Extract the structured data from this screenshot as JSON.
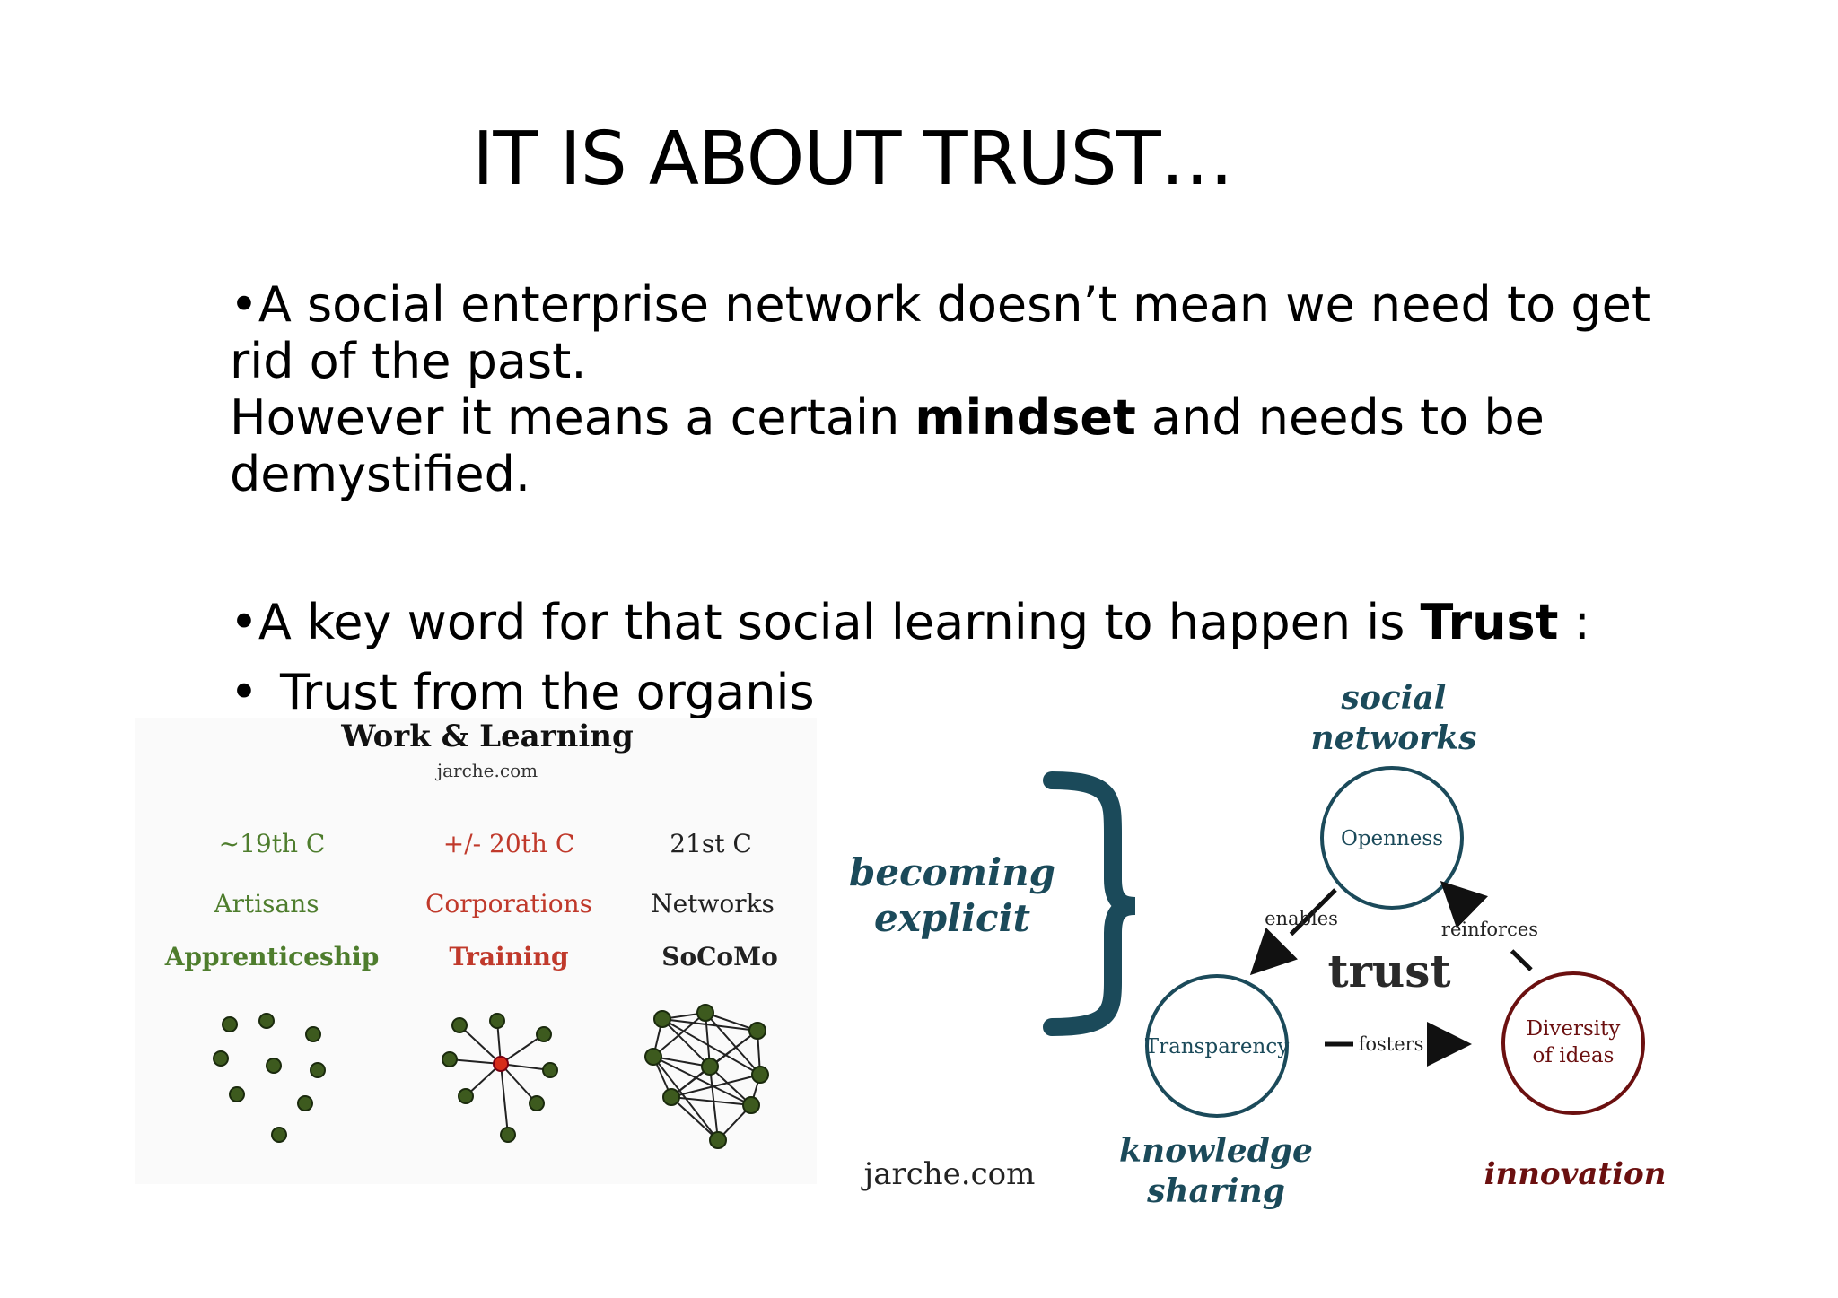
{
  "slide": {
    "title": "IT IS ABOUT TRUST…",
    "bullet1_a": "•A social enterprise network doesn’t mean we need to get",
    "bullet1_b": "rid of the past.",
    "bullet1_c_pre": "However it means a certain ",
    "bullet1_c_bold": "mindset",
    "bullet1_c_post": " and needs to be",
    "bullet1_d": "demystified.",
    "bullet2_pre": "•A key word for that social learning to happen is ",
    "bullet2_bold": "Trust",
    "bullet2_post": " :",
    "bullet3_dot": "•",
    "bullet3_text": "Trust from the organis"
  },
  "left_figure": {
    "title": "Work & Learning",
    "source": "jarche.com",
    "columns": [
      {
        "era": "~19th C",
        "org": "Artisans",
        "method": "Apprenticeship",
        "color": "#4e7d2d"
      },
      {
        "era": "+/- 20th C",
        "org": "Corporations",
        "method": "Training",
        "color": "#c0392b"
      },
      {
        "era": "21st C",
        "org": "Networks",
        "method": "SoCoMo",
        "color": "#222222"
      }
    ]
  },
  "right_figure": {
    "bracket_label_1": "becoming",
    "bracket_label_2": "explicit",
    "top_label_1": "social",
    "top_label_2": "networks",
    "circle_top": "Openness",
    "circle_left": "Transparency",
    "circle_right_1": "Diversity",
    "circle_right_2": "of ideas",
    "center": "trust",
    "edge_enables": "enables",
    "edge_reinforces": "reinforces",
    "edge_fosters": "fosters",
    "bottom_left_1": "knowledge",
    "bottom_left_2": "sharing",
    "bottom_right": "innovation",
    "source": "jarche.com",
    "teal": "#1b4a5a",
    "maroon": "#6b1010"
  }
}
